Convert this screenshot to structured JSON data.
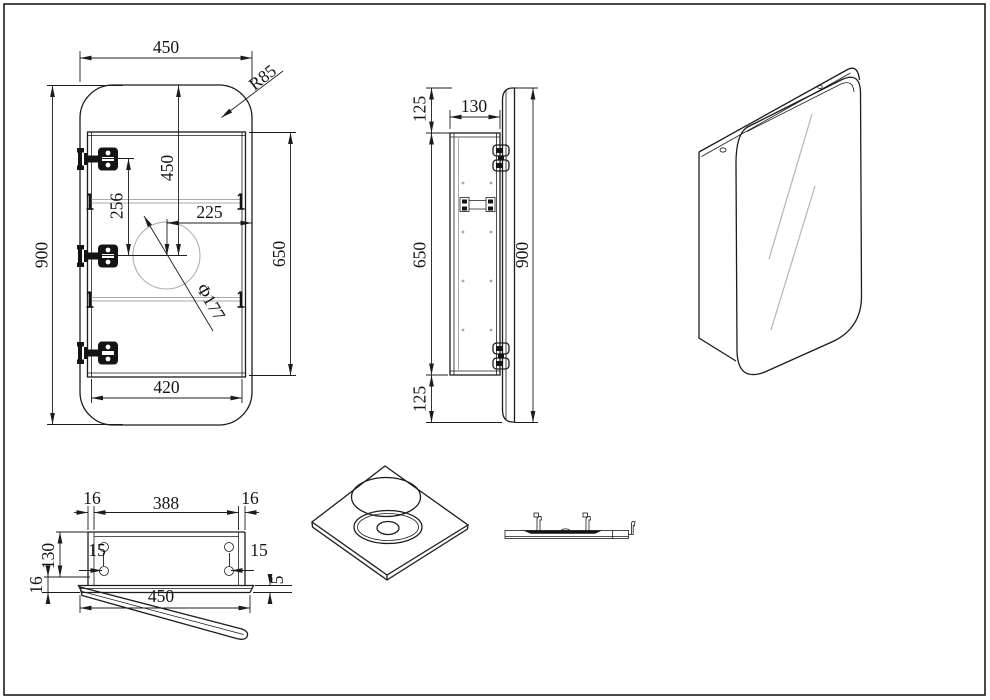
{
  "drawing": {
    "product": "mirror-cabinet-technical-drawing",
    "colors": {
      "line": "#1c1c1c",
      "light_line": "#a9a9a9",
      "background": "#ffffff"
    }
  },
  "front_view": {
    "width_top": "450",
    "corner_radius": "R85",
    "overall_height": "900",
    "center_from_top": "450",
    "hinge_spacing": "256",
    "center_to_edge": "225",
    "opening_height": "650",
    "opening_width": "420",
    "cutout_diameter": "Φ177"
  },
  "side_view": {
    "top_overhang": "125",
    "depth": "130",
    "body_height": "650",
    "overall_height": "900",
    "bottom_overhang": "125"
  },
  "bottom_view": {
    "side_wall_left": "16",
    "opening_width": "388",
    "side_wall_right": "16",
    "body_depth": "130",
    "front_lip": "16",
    "hole_inset_left": "15",
    "hole_inset_right": "15",
    "overall_width": "450",
    "shelf_thickness": "5"
  }
}
